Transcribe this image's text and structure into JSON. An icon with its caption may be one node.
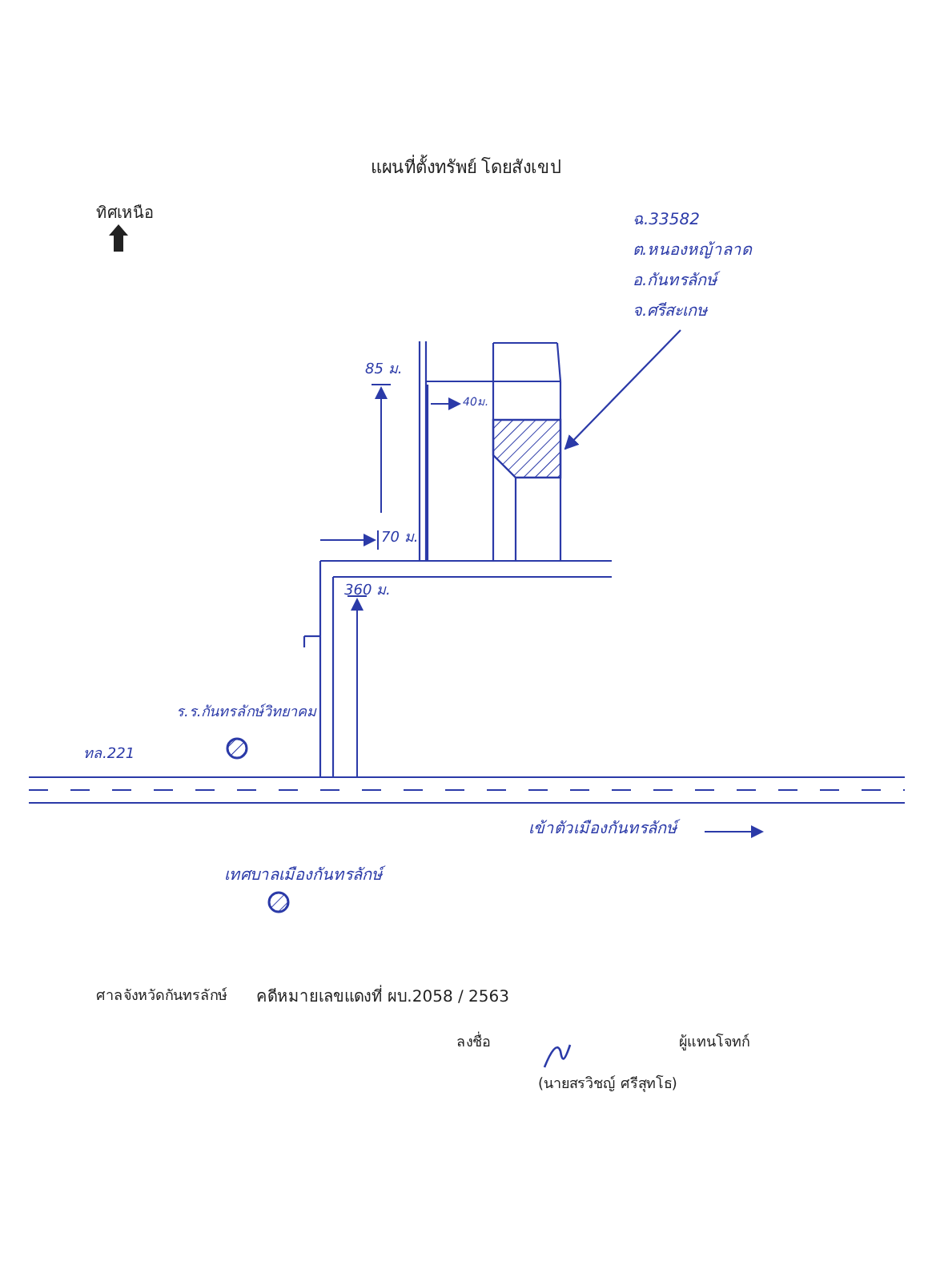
{
  "diagram": {
    "title": "แผนที่ตั้งทรัพย์ โดยสังเขป",
    "nodes": [
      {
        "text": [
          "ฉ.33582",
          "ต.หนองหญ้าลาด",
          "อ.กันทรลักษ์",
          "จ.ศรีสะเกษ"
        ]
      },
      {
        "text": [],
        "shape": "box"
      }
    ],
    "edges": [
      {
        "from": 0,
        "to": 1,
        "arrow": "to"
      }
    ],
    "labels": [
      "ทิศเหนือ",
      "85 ม.",
      "40ม.",
      "70 ม.",
      "360 ม.",
      "ร.ร.กันทรลักษ์วิทยาคม",
      "ทล.221",
      "เข้าตัวเมืองกันทรลักษ์",
      "เทศบาลเมืองกันทรลักษ์",
      "ศาลจังหวัดกันทรลักษ์",
      "คดีหมายเลขแดงที่ ผบ.2058 / 2563",
      "ลงชื่อ",
      "ผู้แทนโจทก์",
      "(นายสรวิชญ์ ศรีสุทโธ)"
    ]
  }
}
